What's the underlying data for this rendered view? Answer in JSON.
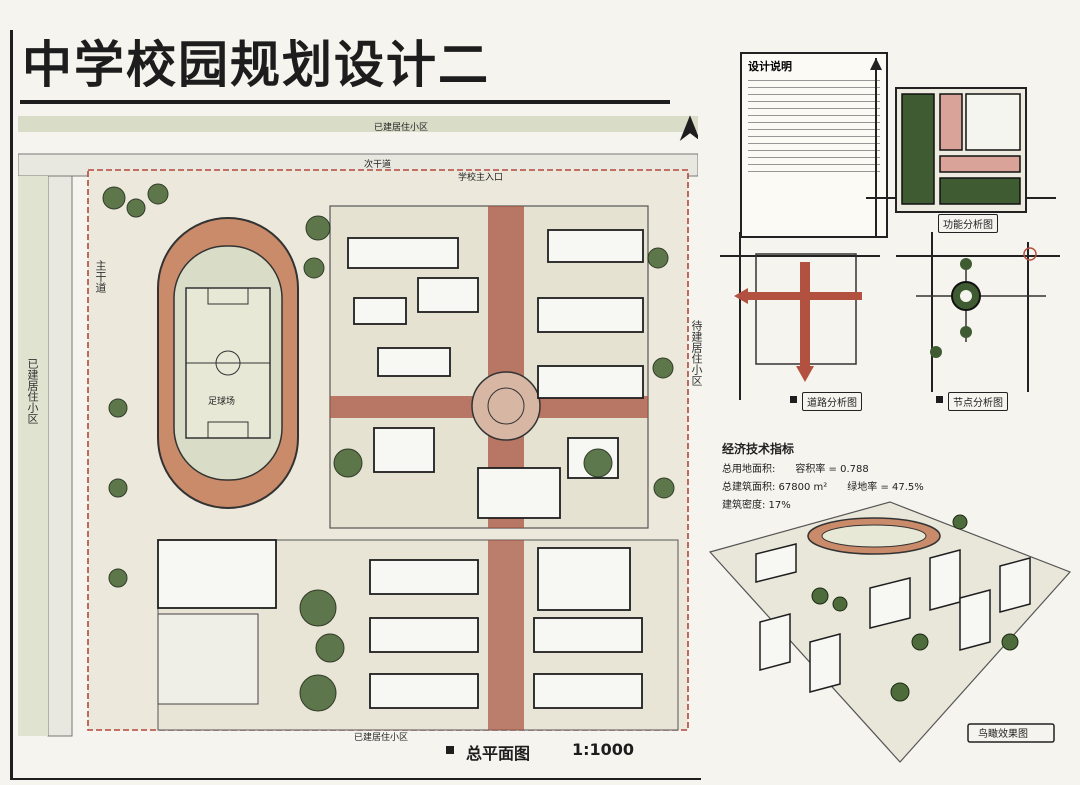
{
  "title": "中学校园规划设计二",
  "plan": {
    "site_labels": {
      "top_residential": "已建居住小区",
      "top_road": "次干道",
      "main_entrance": "学校主入口",
      "left_road": "主干道",
      "left_residential": "已建居住小区",
      "right_residential": "待建居住小区",
      "bottom_residential": "已建居住小区"
    },
    "field_label": "足球场",
    "caption": "总平面图",
    "scale": "1:1000"
  },
  "notes": {
    "title": "设计说明"
  },
  "func": {
    "caption": "功能分析图"
  },
  "road": {
    "caption": "道路分析图"
  },
  "node": {
    "caption": "节点分析图"
  },
  "eco": {
    "title": "经济技术指标",
    "land_area_label": "总用地面积:",
    "total_floor_area_label": "总建筑面积: 67800 m²",
    "floor_ratio": "容积率 = 0.788",
    "green_ratio": "绿地率 = 47.5%",
    "density": "建筑密度: 17%"
  },
  "aerial": {
    "caption": "鸟瞰效果图"
  }
}
